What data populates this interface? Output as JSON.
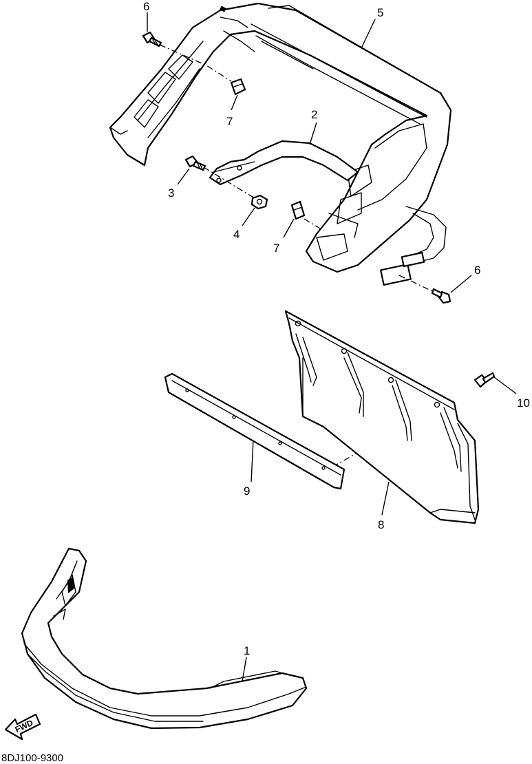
{
  "callouts": [
    {
      "id": "c6a",
      "text": "6"
    },
    {
      "id": "c5",
      "text": "5"
    },
    {
      "id": "c7a",
      "text": "7"
    },
    {
      "id": "c2",
      "text": "2"
    },
    {
      "id": "c3",
      "text": "3"
    },
    {
      "id": "c4",
      "text": "4"
    },
    {
      "id": "c7b",
      "text": "7"
    },
    {
      "id": "c6b",
      "text": "6"
    },
    {
      "id": "c10",
      "text": "10"
    },
    {
      "id": "c9",
      "text": "9"
    },
    {
      "id": "c8",
      "text": "8"
    },
    {
      "id": "c1",
      "text": "1"
    }
  ],
  "direction_arrow": {
    "label": "FWD"
  },
  "drawing_code": "8DJ100-9300"
}
